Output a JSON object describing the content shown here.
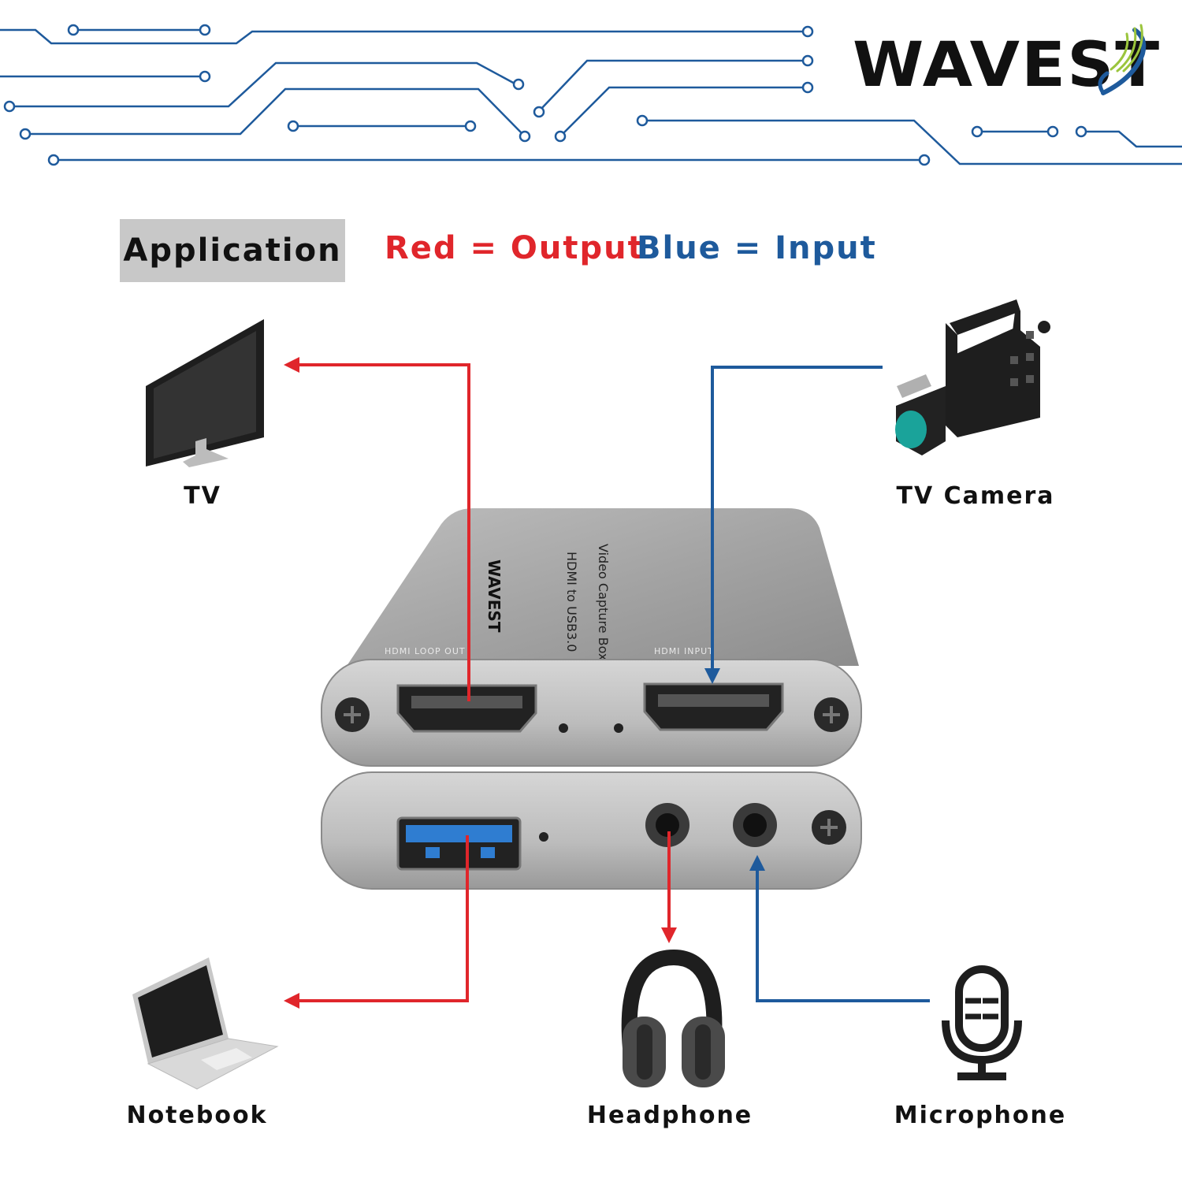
{
  "brand": {
    "logo_text": "WAVEST",
    "device_label_line1": "HDMI to USB3.0",
    "device_label_line2": "Video Capture Box",
    "port_hdmi_out": "HDMI LOOP OUT",
    "port_hdmi_in": "HDMI INPUT"
  },
  "header": {
    "badge": "Application",
    "legend_output": "Red = Output",
    "legend_input": "Blue = Input"
  },
  "colors": {
    "output": "#e0262b",
    "input": "#1e5a9c",
    "circuit": "#1e5a9c",
    "badge_bg": "#c8c8c8"
  },
  "devices": {
    "tv": {
      "label": "TV",
      "icon": "monitor-icon",
      "direction": "output"
    },
    "camera": {
      "label": "TV Camera",
      "icon": "video-camera-icon",
      "direction": "input"
    },
    "notebook": {
      "label": "Notebook",
      "icon": "laptop-icon",
      "direction": "output"
    },
    "headphone": {
      "label": "Headphone",
      "icon": "headphones-icon",
      "direction": "output"
    },
    "microphone": {
      "label": "Microphone",
      "icon": "microphone-icon",
      "direction": "input"
    }
  }
}
